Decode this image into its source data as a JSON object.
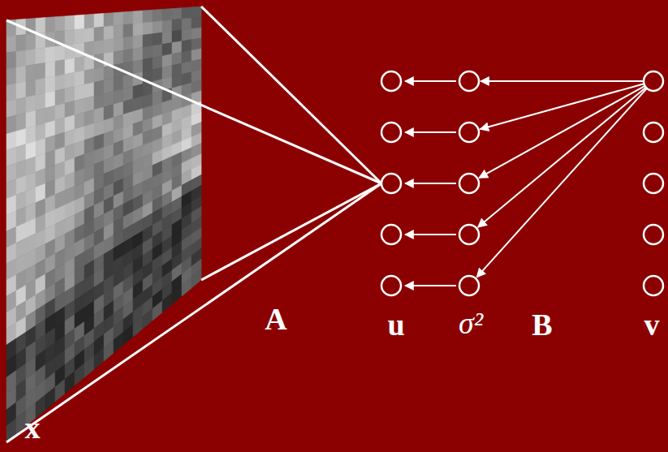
{
  "diagram": {
    "labels": [
      "A",
      "x",
      "u",
      "σ²",
      "B",
      "v"
    ]
  }
}
